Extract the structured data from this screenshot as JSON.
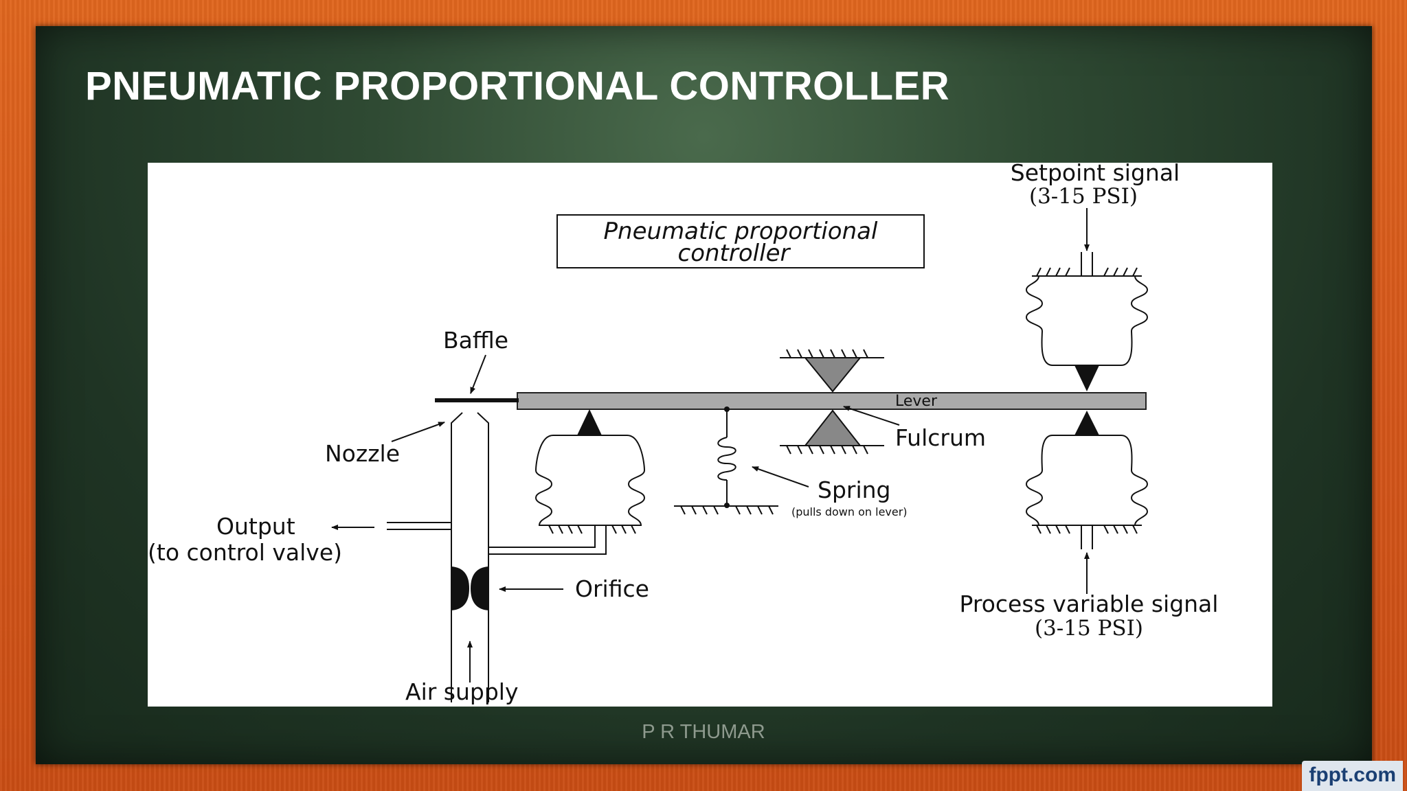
{
  "slide": {
    "title": "PNEUMATIC PROPORTIONAL CONTROLLER",
    "author": "P R THUMAR",
    "brand": "fppt.com"
  },
  "diagram": {
    "box_title_line1": "Pneumatic proportional",
    "box_title_line2": "controller",
    "baffle": "Baffle",
    "nozzle": "Nozzle",
    "lever": "Lever",
    "fulcrum": "Fulcrum",
    "spring": "Spring",
    "spring_note": "(pulls down on lever)",
    "output_line1": "Output",
    "output_line2": "(to control valve)",
    "orifice": "Orifice",
    "air_supply": "Air supply",
    "setpoint_line1": "Setpoint signal",
    "setpoint_line2": "(3-15 PSI)",
    "pv_line1": "Process variable signal",
    "pv_line2": "(3-15 PSI)"
  }
}
